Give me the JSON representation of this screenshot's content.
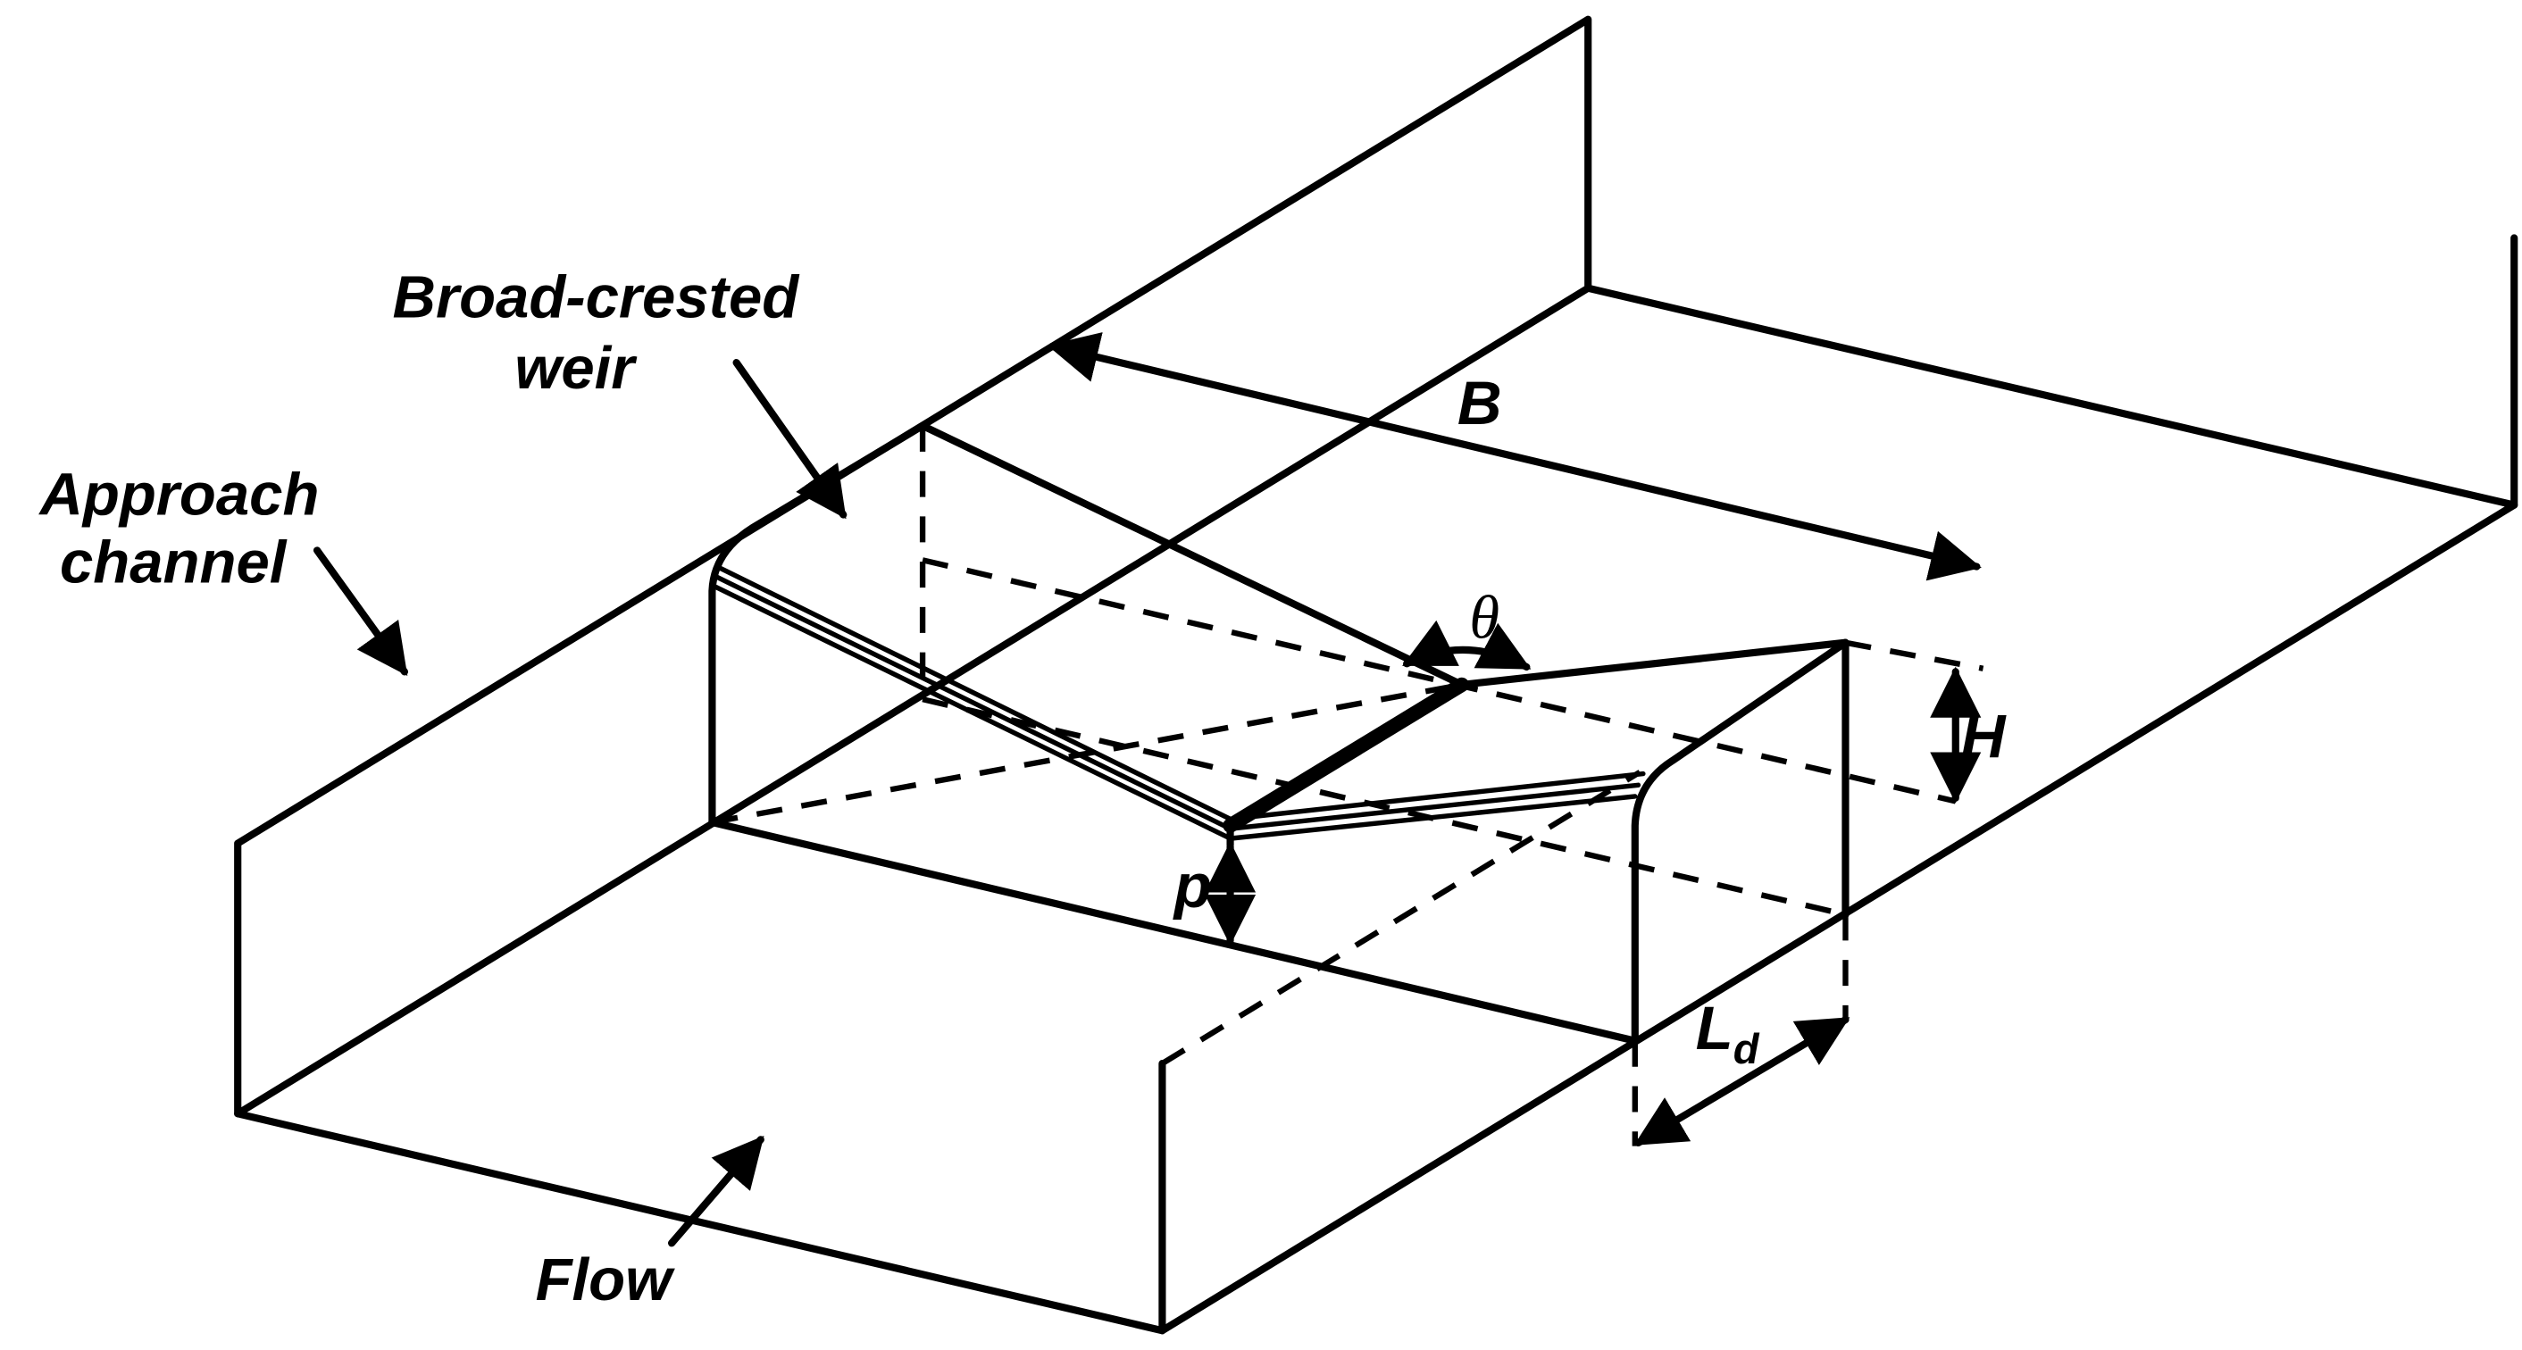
{
  "labels": {
    "broad_crested_weir_line1": "Broad-crested",
    "broad_crested_weir_line2": "weir",
    "approach_channel_line1": "Approach",
    "approach_channel_line2": "channel",
    "flow": "Flow",
    "width": "B",
    "head": "H",
    "height": "p",
    "length": "L",
    "length_subscript": "d",
    "angle": "θ"
  }
}
